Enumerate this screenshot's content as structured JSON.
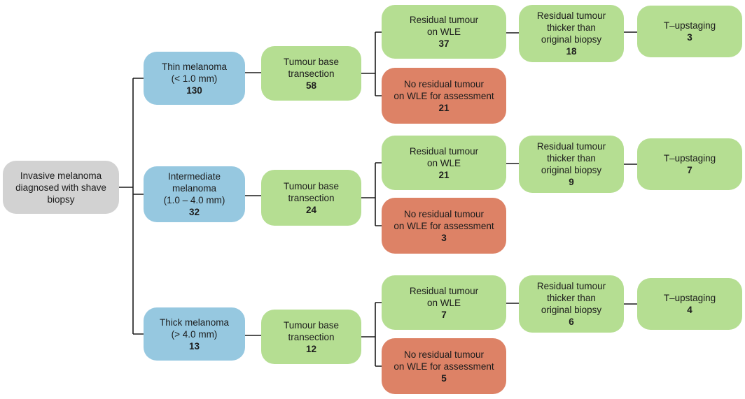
{
  "diagram": {
    "type": "flowchart",
    "colors": {
      "root_node": "#d2d2d2",
      "category_node": "#96c8e0",
      "positive_node": "#b5de92",
      "negative_node": "#dd8266",
      "connector": "#1a1a1a",
      "text": "#1c1c1c"
    },
    "root": {
      "lines": [
        "Invasive melanoma",
        "diagnosed with shave",
        "biopsy"
      ]
    },
    "branches": [
      {
        "category": {
          "lines": [
            "Thin melanoma",
            "(< 1.0 mm)"
          ],
          "count": "130"
        },
        "transection": {
          "lines": [
            "Tumour base",
            "transection"
          ],
          "count": "58"
        },
        "residual": {
          "lines": [
            "Residual tumour",
            "on WLE"
          ],
          "count": "37"
        },
        "no_residual": {
          "lines": [
            "No residual tumour",
            "on WLE for assessment"
          ],
          "count": "21"
        },
        "thicker": {
          "lines": [
            "Residual tumour",
            "thicker than",
            "original biopsy"
          ],
          "count": "18"
        },
        "upstaging": {
          "lines": [
            "T–upstaging"
          ],
          "count": "3"
        }
      },
      {
        "category": {
          "lines": [
            "Intermediate",
            "melanoma",
            "(1.0 – 4.0 mm)"
          ],
          "count": "32"
        },
        "transection": {
          "lines": [
            "Tumour base",
            "transection"
          ],
          "count": "24"
        },
        "residual": {
          "lines": [
            "Residual tumour",
            "on WLE"
          ],
          "count": "21"
        },
        "no_residual": {
          "lines": [
            "No residual tumour",
            "on WLE for assessment"
          ],
          "count": "3"
        },
        "thicker": {
          "lines": [
            "Residual tumour",
            "thicker than",
            "original biopsy"
          ],
          "count": "9"
        },
        "upstaging": {
          "lines": [
            "T–upstaging"
          ],
          "count": "7"
        }
      },
      {
        "category": {
          "lines": [
            "Thick melanoma",
            "(> 4.0 mm)"
          ],
          "count": "13"
        },
        "transection": {
          "lines": [
            "Tumour base",
            "transection"
          ],
          "count": "12"
        },
        "residual": {
          "lines": [
            "Residual tumour",
            "on WLE"
          ],
          "count": "7"
        },
        "no_residual": {
          "lines": [
            "No residual tumour",
            "on WLE for assessment"
          ],
          "count": "5"
        },
        "thicker": {
          "lines": [
            "Residual tumour",
            "thicker than",
            "original biopsy"
          ],
          "count": "6"
        },
        "upstaging": {
          "lines": [
            "T–upstaging"
          ],
          "count": "4"
        }
      }
    ]
  }
}
